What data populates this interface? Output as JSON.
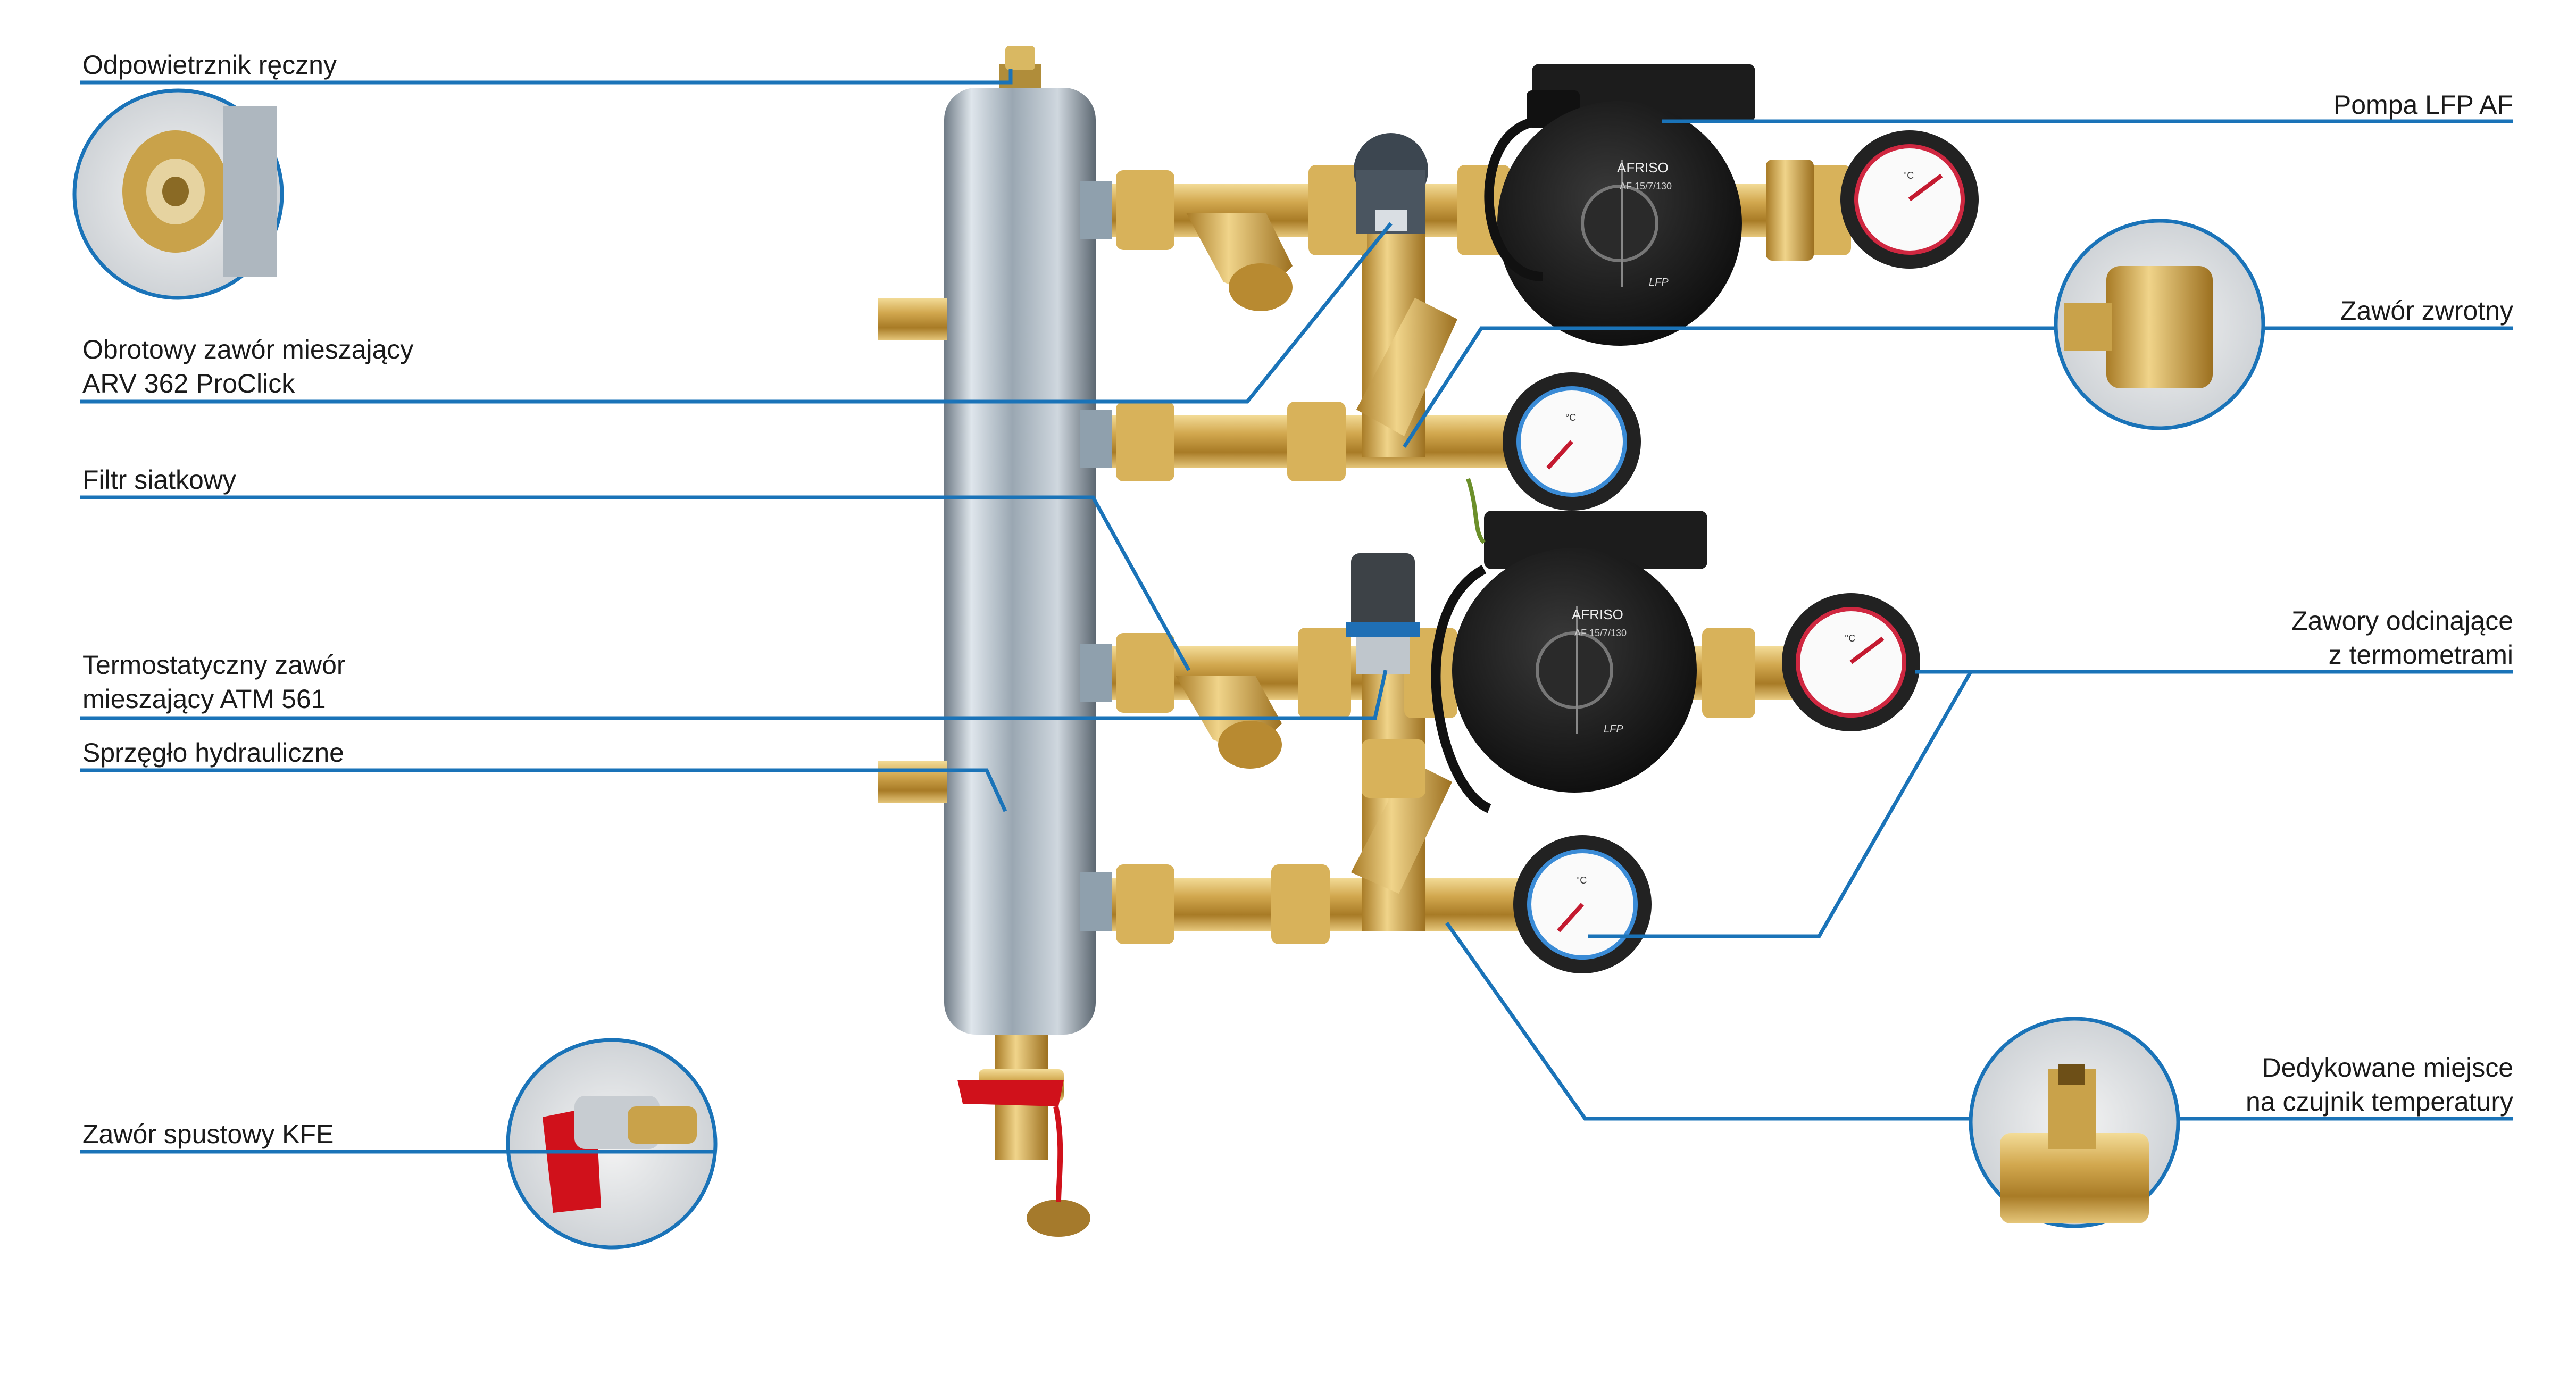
{
  "colors": {
    "leader": "#1a73b8",
    "brass": "#c9a24a",
    "steel": "#b9c3cc",
    "pump": "#1c1c1c",
    "handle": "#d0111b",
    "text": "#1a1a1a"
  },
  "labels": {
    "left": {
      "air_vent": "Odpowietrznik ręczny",
      "arv_valve_line1": "Obrotowy zawór mieszający",
      "arv_valve_line2": "ARV 362 ProClick",
      "strainer": "Filtr siatkowy",
      "atm_valve_line1": "Termostatyczny zawór",
      "atm_valve_line2": "mieszający ATM 561",
      "hydraulic_separator": "Sprzęgło hydrauliczne",
      "drain_valve": "Zawór spustowy KFE"
    },
    "right": {
      "pump": "Pompa LFP AF",
      "check_valve": "Zawór zwrotny",
      "shutoff_line1": "Zawory odcinające",
      "shutoff_line2": "z termometrami",
      "sensor_line1": "Dedykowane miejsce",
      "sensor_line2": "na czujnik temperatury"
    }
  },
  "product_print": {
    "brand": "AFRISO",
    "pump_type": "AF 15/7/130",
    "pump_system": "LFP"
  },
  "thermometer": {
    "unit": "°C"
  }
}
